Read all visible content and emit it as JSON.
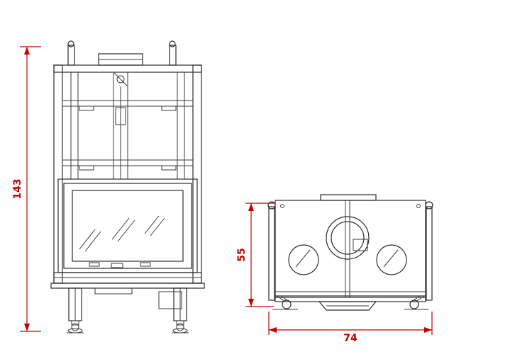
{
  "drawing": {
    "description": "fireplace-insert-technical-drawing-two-views",
    "colors": {
      "line": "#2b2b2b",
      "dimension": "#c00000",
      "background": "#ffffff"
    },
    "views": {
      "front": "front-elevation",
      "top": "top-plan"
    },
    "dimensions": {
      "front_height": "143",
      "top_depth": "55",
      "top_width": "74"
    }
  }
}
